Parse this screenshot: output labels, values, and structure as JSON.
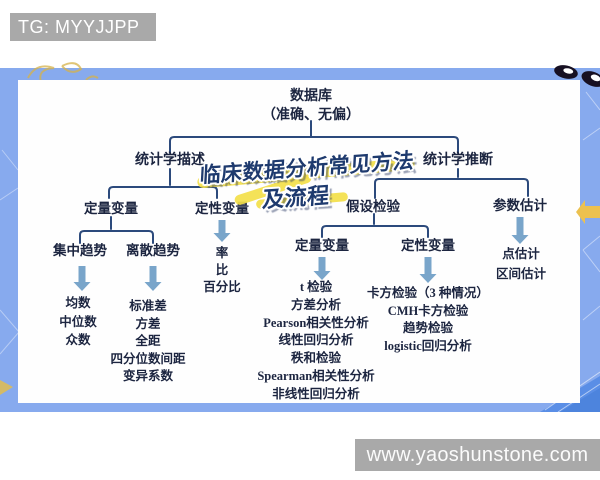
{
  "header": {
    "badge": "TG: MYYJJPP"
  },
  "footer": {
    "watermark": "www.yaoshunstone.com"
  },
  "title": {
    "line1": "临床数据分析常见方法",
    "line2": "及流程"
  },
  "tree": {
    "root_line1": "数据库",
    "root_line2": "（准确、无偏）",
    "stat_description": "统计学描述",
    "stat_inference": "统计学推断",
    "desc_quant": "定量变量",
    "desc_qual": "定性变量",
    "central_tendency": "集中趋势",
    "dispersion_tendency": "离散趋势",
    "hypothesis_test": "假设检验",
    "param_estimation": "参数估计",
    "hyp_quant": "定量变量",
    "hyp_qual": "定性变量",
    "central_items": [
      "均数",
      "中位数",
      "众数"
    ],
    "dispersion_items": [
      "标准差",
      "方差",
      "全距",
      "四分位数间距",
      "变异系数"
    ],
    "desc_qual_items": [
      "率",
      "比",
      "百分比"
    ],
    "hyp_quant_items": [
      "t 检验",
      "方差分析",
      "Pearson相关性分析",
      "线性回归分析",
      "秩和检验",
      "Spearman相关性分析",
      "非线性回归分析"
    ],
    "hyp_qual_items": [
      "卡方检验（3 种情况）",
      "CMH卡方检验",
      "趋势检验",
      "logistic回归分析"
    ],
    "param_items": [
      "点估计",
      "区间估计"
    ]
  },
  "colors": {
    "slide_blue": "#87aaee",
    "connector_navy": "#2c4a7c",
    "arrow_blue": "#79a5ca",
    "highlight_yellow": "#f3e04a",
    "badge_gray": "#a9a9a9",
    "title_navy": "#1e3a6e"
  }
}
